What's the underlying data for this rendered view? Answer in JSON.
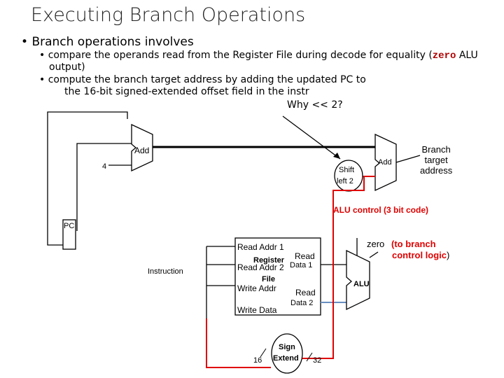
{
  "slide": {
    "title": "Executing Branch Operations",
    "bullet": "Branch operations involves",
    "sub1_pre": "compare the operands read from the Register File during decode for equality (",
    "sub1_code": "zero",
    "sub1_post": " ALU",
    "sub1_line2": "output)",
    "sub2_line1": "compute the branch target address by adding the updated PC to",
    "sub2_line2": "the 16-bit signed-extended offset field in the instr",
    "why": "Why << 2?"
  },
  "diagram": {
    "add1": "Add",
    "four": "4",
    "shift_line1": "Shift",
    "shift_line2": "left 2",
    "add2": "Add",
    "branch_target_1": "Branch",
    "branch_target_2": "target",
    "branch_target_3": "address",
    "alu_control": "ALU control (3 bit code)",
    "pc": "PC",
    "instruction": "Instruction",
    "read_addr1": "Read Addr 1",
    "register": "Register",
    "read_data1_a": "Read",
    "read_data1_b": "Data 1",
    "read_addr2": "Read Addr 2",
    "file": "File",
    "write_addr": "Write Addr",
    "read_data2_a": "Read",
    "read_data2_b": "Data 2",
    "write_data": "Write Data",
    "alu": "ALU",
    "zero": "zero",
    "zero_note_1": "(to branch",
    "zero_note_2": "control logic",
    "zero_paren": ")",
    "sign_1": "Sign",
    "sign_2": "Extend",
    "bits16": "16",
    "bits32": "32"
  },
  "colors": {
    "red_wire": "#e00000",
    "blue_wire": "#6a8fc0",
    "annotation_red": "#e00000"
  }
}
